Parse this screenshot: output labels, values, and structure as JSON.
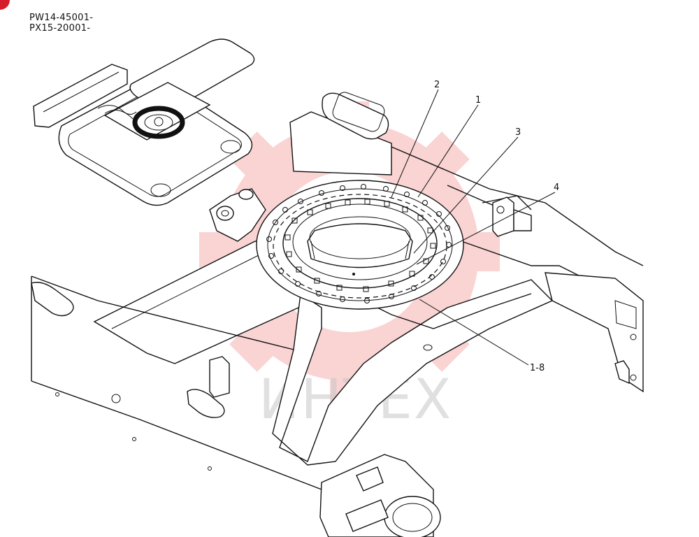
{
  "serials": [
    "PW14-45001-",
    "PX15-20001-"
  ],
  "callouts": [
    {
      "id": "c2",
      "label": "2"
    },
    {
      "id": "c1",
      "label": "1"
    },
    {
      "id": "c3",
      "label": "3"
    },
    {
      "id": "c4",
      "label": "4"
    },
    {
      "id": "c18",
      "label": "1-8"
    }
  ],
  "watermark": {
    "text": "ИНТЕХ",
    "color": "#f08080"
  },
  "colors": {
    "badge": "#d41c2c",
    "line": "#111111",
    "watermark": "#f4a0a0"
  }
}
